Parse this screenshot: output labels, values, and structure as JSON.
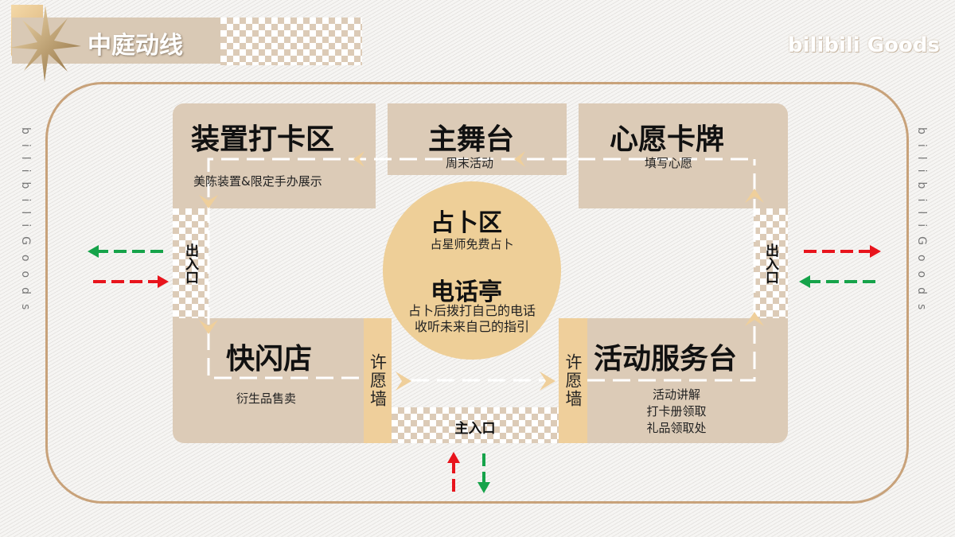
{
  "header": {
    "title": "中庭动线",
    "logo": "bilibili Goods"
  },
  "side_text": "bilibiliGoods",
  "zones": {
    "installation": {
      "title": "装置打卡区",
      "sub": "美陈装置&限定手办展示"
    },
    "stage": {
      "title": "主舞台",
      "sub": "周末活动"
    },
    "wish_cards": {
      "title": "心愿卡牌",
      "sub": "填写心愿"
    },
    "popup": {
      "title": "快闪店",
      "sub": "衍生品售卖"
    },
    "service": {
      "title": "活动服务台",
      "sub_lines": [
        "活动讲解",
        "打卡册领取",
        "礼品领取处"
      ]
    },
    "divination": {
      "title": "占卜区",
      "sub": "占星师免费占卜"
    },
    "phone": {
      "title": "电话亭",
      "sub_lines": [
        "占卜后拨打自己的电话",
        "收听未来自己的指引"
      ]
    },
    "wish_wall_left": "许愿墙",
    "wish_wall_right": "许愿墙",
    "exit_left": "出入口",
    "exit_right": "出入口",
    "main_entrance": "主入口"
  },
  "colors": {
    "box": "#dccbb7",
    "accent": "#efcf9b",
    "frame": "#c8a27a",
    "in_arrow": "#e8141c",
    "out_arrow": "#16a34a"
  }
}
